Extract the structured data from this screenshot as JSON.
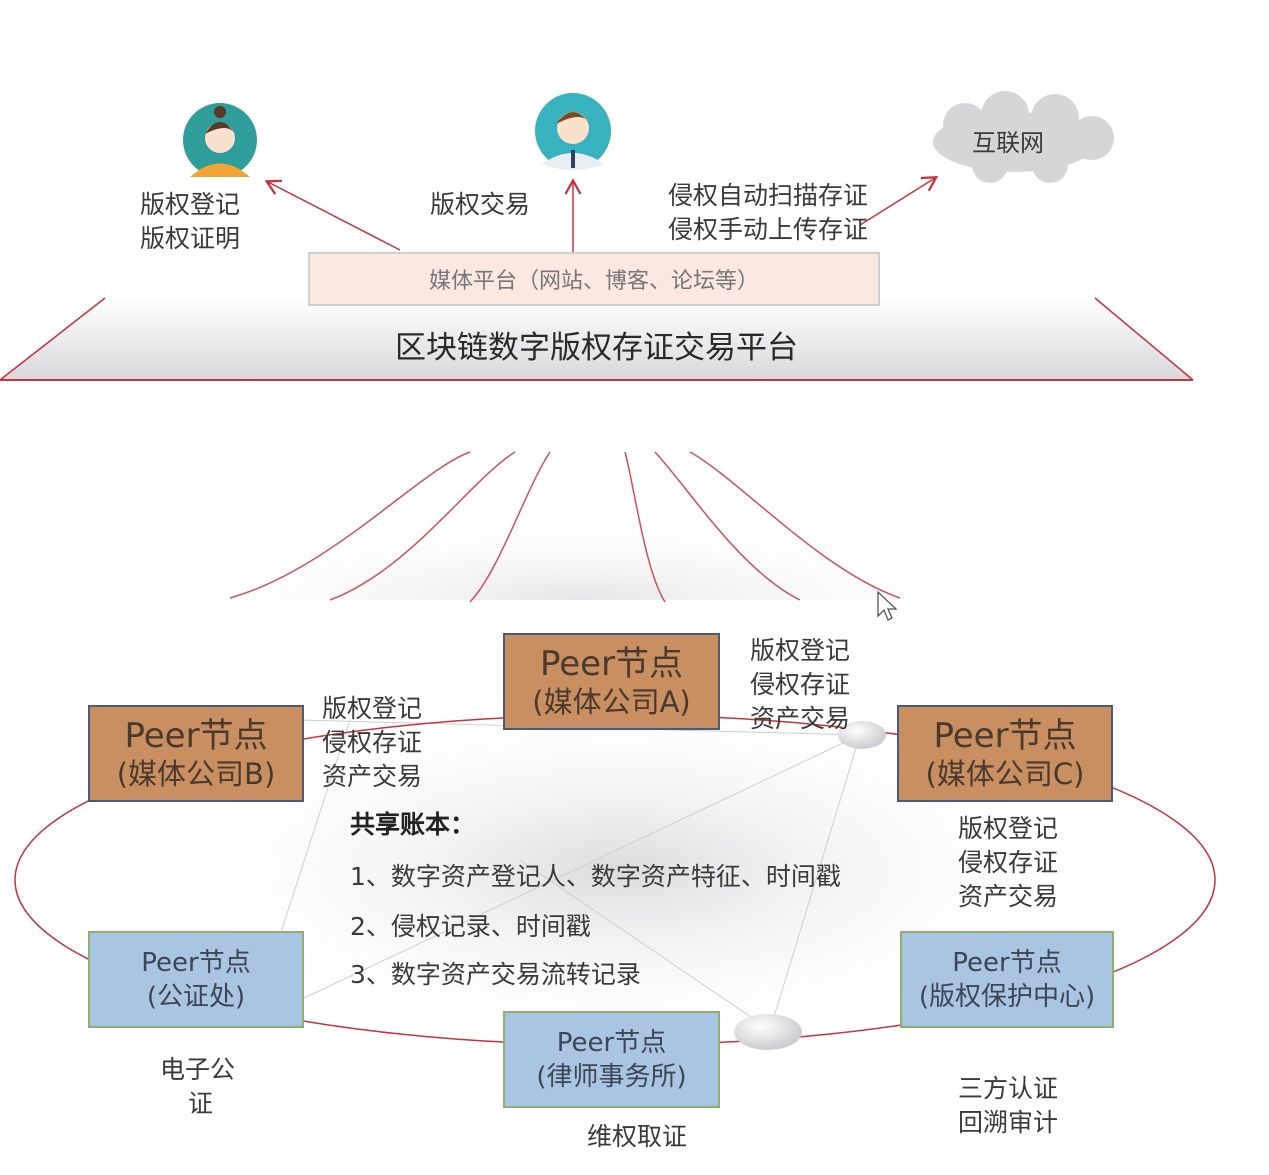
{
  "top": {
    "actor_left_labels": [
      "版权登记",
      "版权证明"
    ],
    "actor_center_labels": [
      "版权交易"
    ],
    "internet_labels": [
      "侵权自动扫描存证",
      "侵权手动上传存证"
    ],
    "cloud_label": "互联网",
    "media_platform": "媒体平台（网站、博客、论坛等）",
    "platform_title": "区块链数字版权存证交易平台"
  },
  "nodes": {
    "a": {
      "title": "Peer节点",
      "sub": "(媒体公司A)",
      "labels": [
        "版权登记",
        "侵权存证",
        "资产交易"
      ]
    },
    "b": {
      "title": "Peer节点",
      "sub": "(媒体公司B)",
      "labels": [
        "版权登记",
        "侵权存证",
        "资产交易"
      ]
    },
    "c": {
      "title": "Peer节点",
      "sub": "(媒体公司C)",
      "labels": [
        "版权登记",
        "侵权存证",
        "资产交易"
      ]
    },
    "notary": {
      "title": "Peer节点",
      "sub": "(公证处)",
      "labels": [
        "电子公",
        "证"
      ]
    },
    "law": {
      "title": "Peer节点",
      "sub": "(律师事务所)",
      "labels": [
        "维权取证"
      ]
    },
    "center": {
      "title": "Peer节点",
      "sub": "(版权保护中心)",
      "labels": [
        "三方认证",
        "回溯审计"
      ]
    }
  },
  "ledger": {
    "title": "共享账本：",
    "items": [
      "1、数字资产登记人、数字资产特征、时间戳",
      "2、侵权记录、时间戳",
      "3、数字资产交易流转记录"
    ]
  },
  "colors": {
    "accent_red": "#c8323c",
    "orange_node": "#c98f60",
    "blue_node": "#a9c5e2"
  }
}
